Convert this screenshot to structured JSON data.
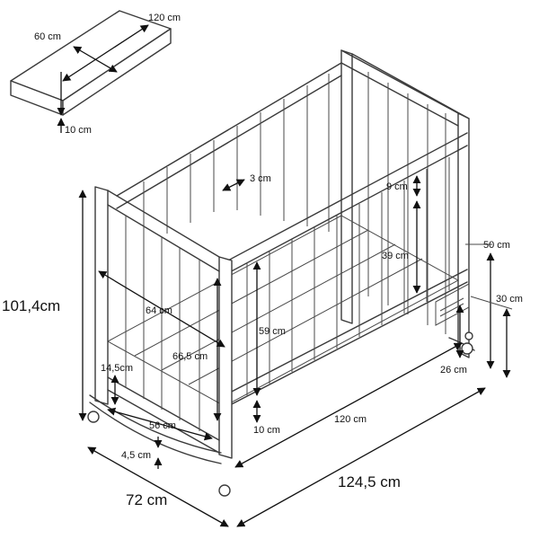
{
  "mattress": {
    "length": "120 cm",
    "width": "60 cm",
    "thickness": "10 cm"
  },
  "crib": {
    "total_height": "101,4cm",
    "total_width": "72 cm",
    "total_length": "124,5 cm",
    "inner_length": "120 cm",
    "inner_width": "64 cm",
    "bar_gap": "3 cm",
    "top_rail_gap": "9 cm",
    "front_panel_height": "39 cm",
    "side_height": "66,5 cm",
    "inner_height": "59 cm",
    "base_clearance": "10 cm",
    "leg_clearance": "14,5cm",
    "rocker_width": "56 cm",
    "rocker_height": "4,5 cm",
    "drawer_height_upper": "50 cm",
    "drawer_height_lower": "30 cm",
    "drawer_depth": "26 cm"
  }
}
